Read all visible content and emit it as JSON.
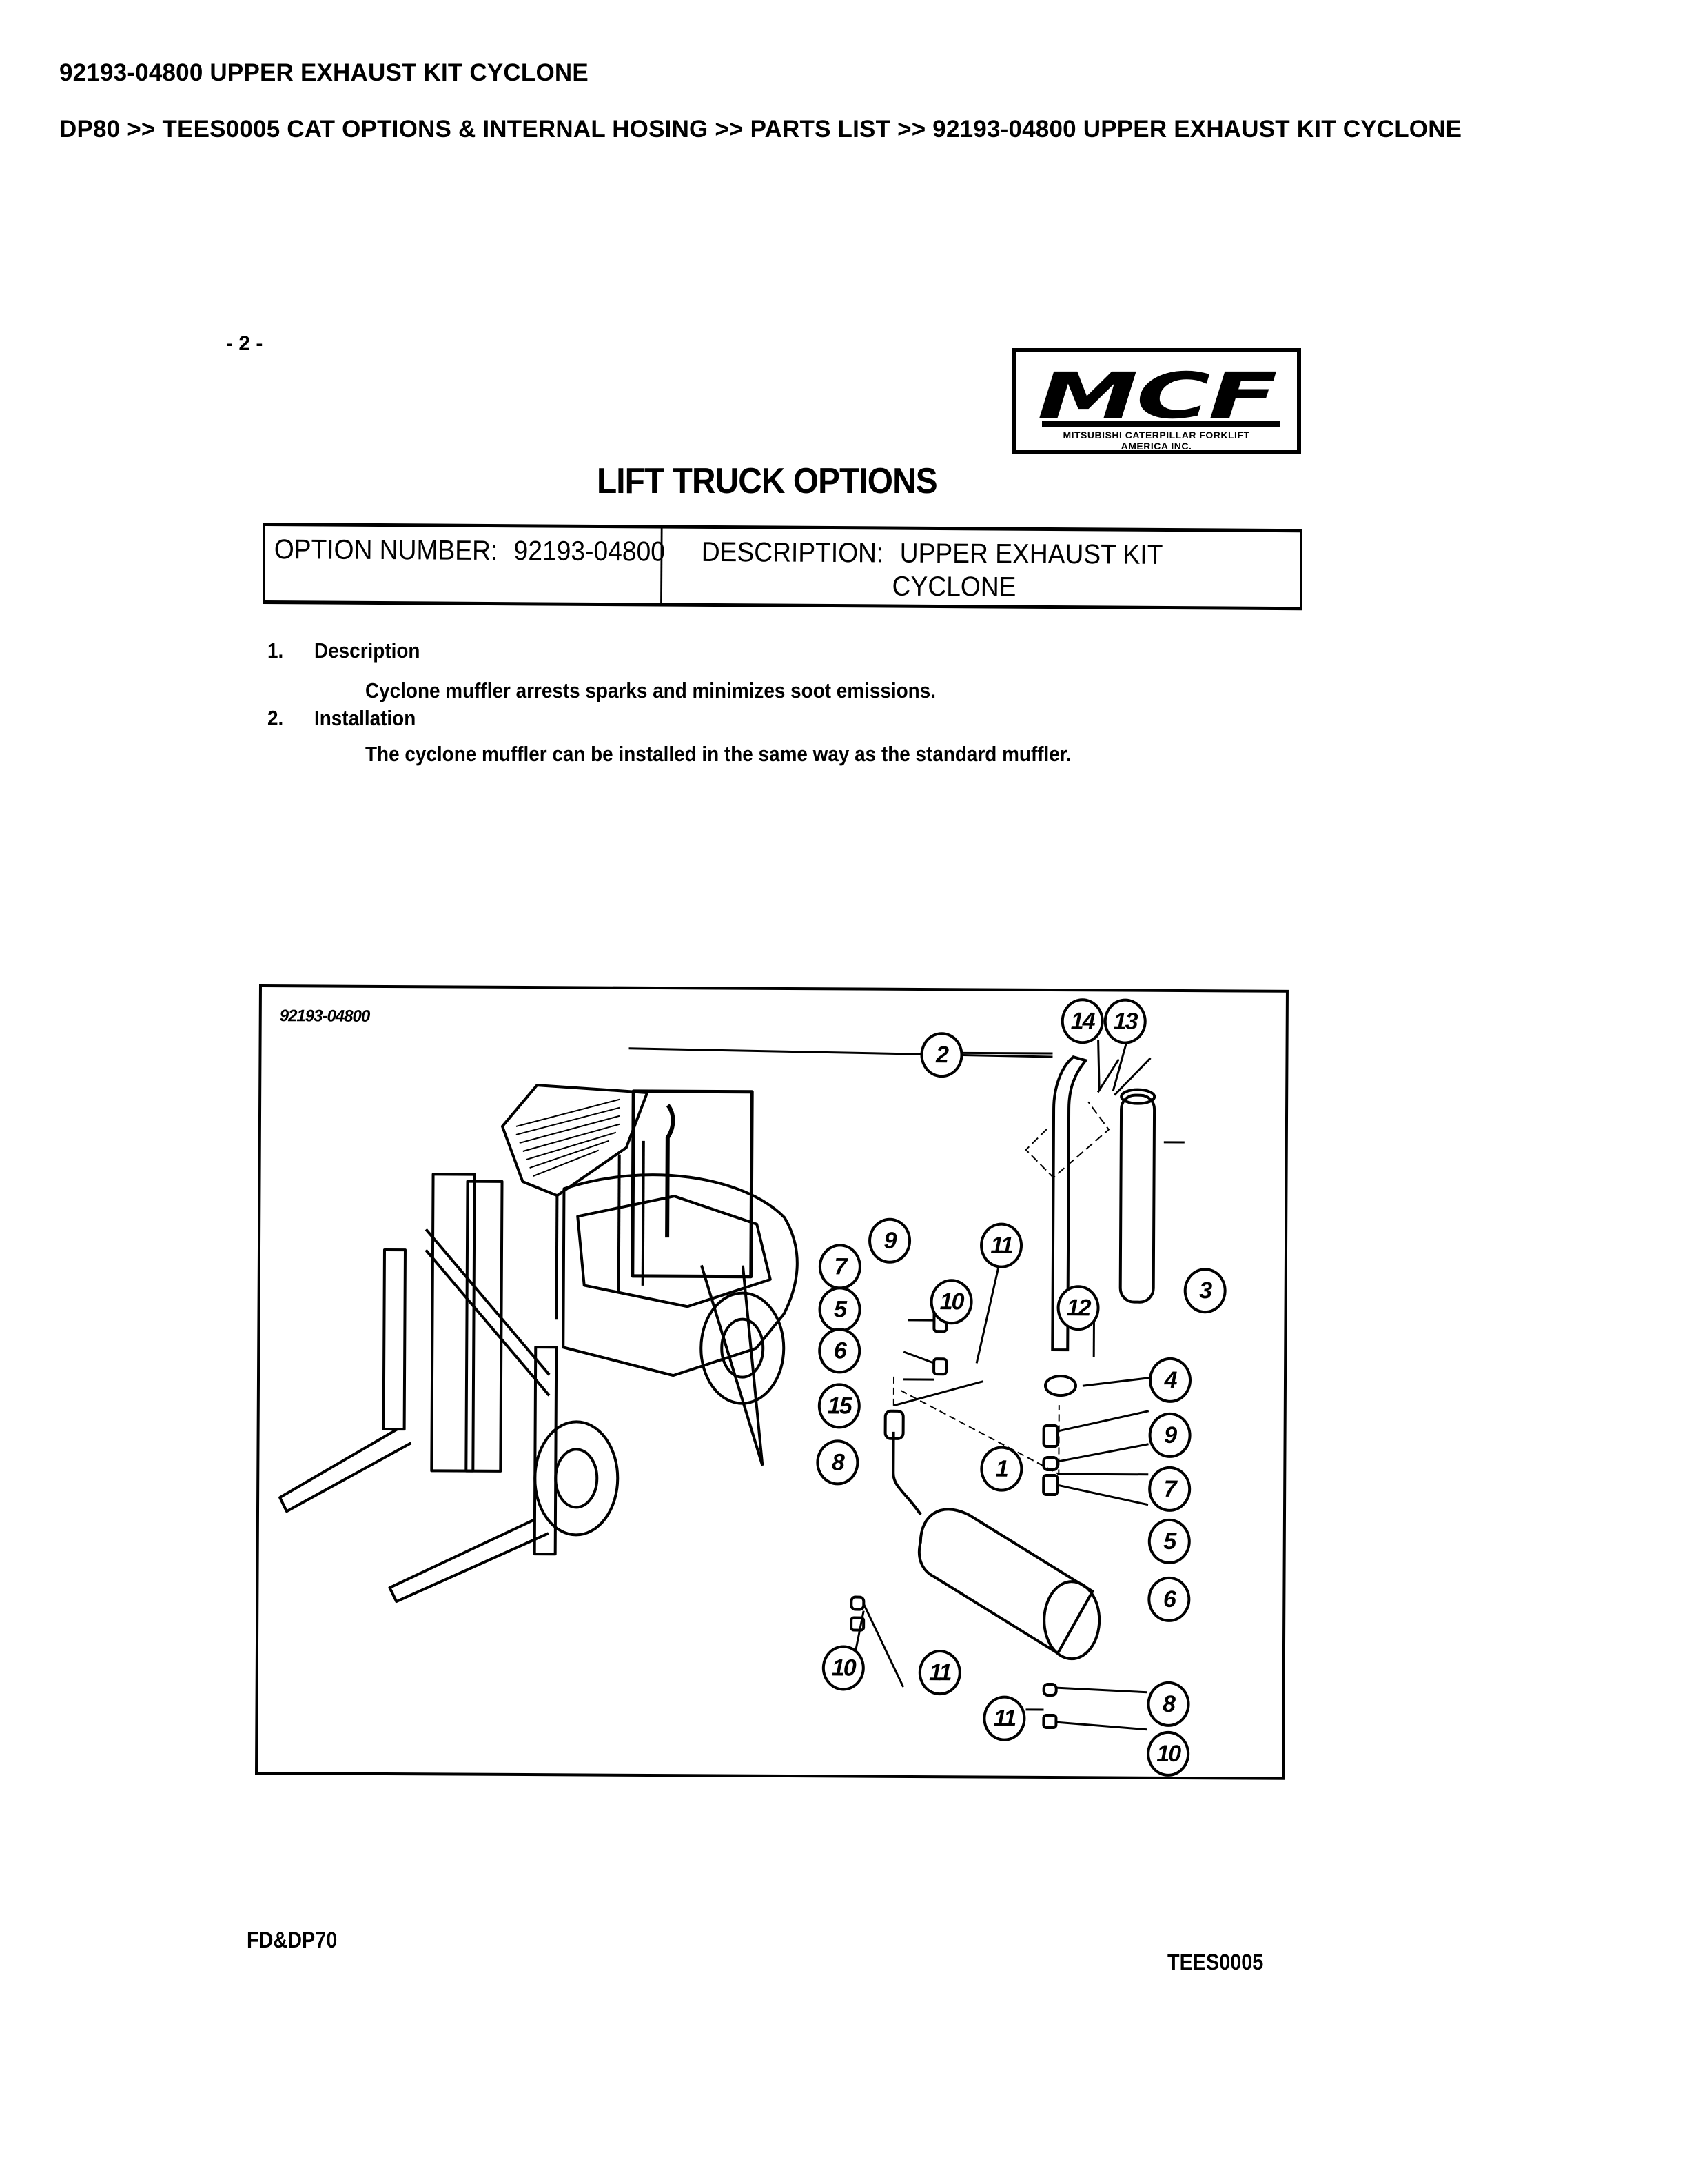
{
  "header": {
    "title": "92193-04800 UPPER EXHAUST KIT CYCLONE",
    "breadcrumb": [
      "DP80",
      "TEES0005 CAT OPTIONS & INTERNAL HOSING",
      "PARTS LIST",
      "92193-04800 UPPER EXHAUST KIT CYCLONE"
    ],
    "breadcrumb_text": "DP80 >> TEES0005 CAT OPTIONS & INTERNAL HOSING >> PARTS LIST >> 92193-04800 UPPER EXHAUST KIT CYCLONE"
  },
  "document": {
    "page_number": "- 2 -",
    "logo": {
      "mark": "MCF",
      "line1": "MITSUBISHI CATERPILLAR FORKLIFT",
      "line2": "AMERICA INC."
    },
    "title": "LIFT TRUCK OPTIONS",
    "option_table": {
      "option_number_label": "OPTION NUMBER:",
      "option_number": "92193-04800",
      "description_label": "DESCRIPTION:",
      "description_line1": "UPPER EXHAUST KIT",
      "description_line2": "CYCLONE"
    },
    "sections": [
      {
        "number": "1.",
        "heading": "Description",
        "text": "Cyclone muffler arrests sparks and minimizes soot emissions."
      },
      {
        "number": "2.",
        "heading": "Installation",
        "text": "The cyclone muffler can be installed in the same way as the standard muffler."
      }
    ],
    "figure": {
      "id_label": "92193-04800",
      "callouts": [
        "14",
        "13",
        "2",
        "9",
        "11",
        "7",
        "10",
        "12",
        "3",
        "5",
        "6",
        "4",
        "15",
        "9",
        "8",
        "1",
        "7",
        "5",
        "6",
        "10",
        "11",
        "8",
        "11",
        "10"
      ]
    },
    "footer": {
      "left": "FD&DP70",
      "right": "TEES0005"
    }
  }
}
